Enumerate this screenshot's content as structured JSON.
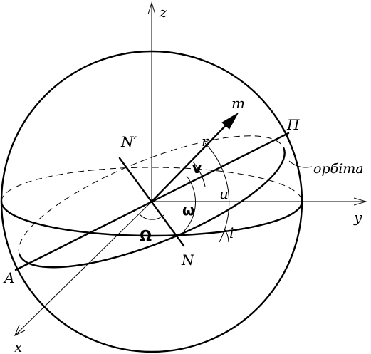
{
  "labels": {
    "z": "z",
    "y": "y",
    "x": "x",
    "m": "m",
    "r": "r",
    "v": "v",
    "u": "u",
    "omega_small": "ω",
    "omega_big": "Ω",
    "i": "i",
    "N": "N",
    "N_prime": "N′",
    "A": "A",
    "P": "П",
    "orbit": "орбіта"
  }
}
